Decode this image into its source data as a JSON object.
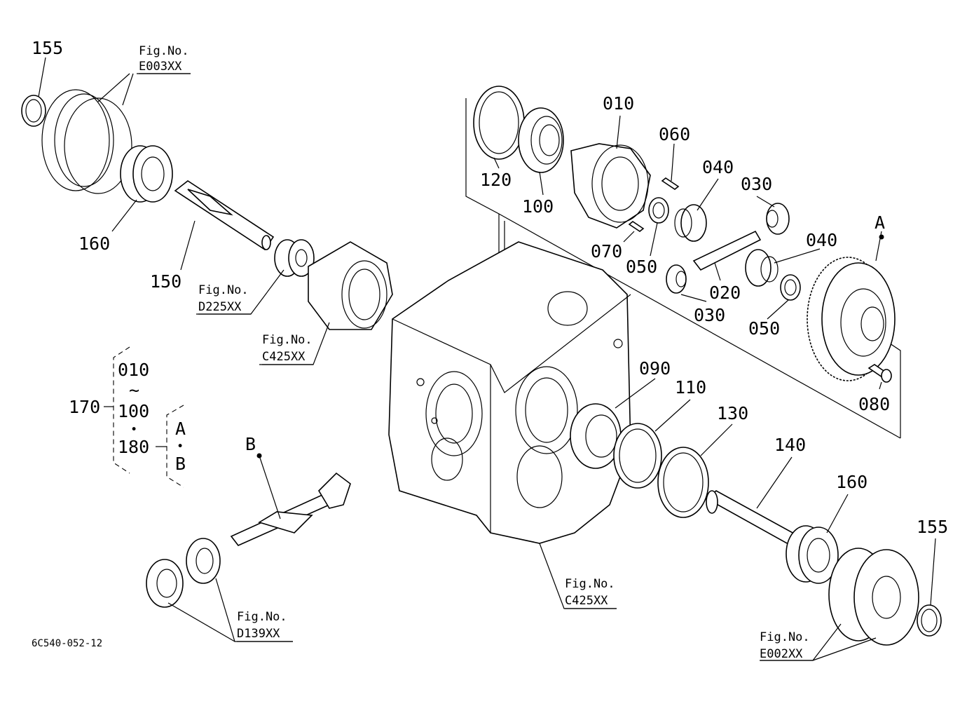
{
  "diagram": {
    "part_number": "6C540-052-12",
    "callouts": {
      "c155_left": "155",
      "c160_left": "160",
      "c150": "150",
      "c120": "120",
      "c100": "100",
      "c010": "010",
      "c060": "060",
      "c040_top": "040",
      "c030_top": "030",
      "c070": "070",
      "c050_mid": "050",
      "c020": "020",
      "c030_bot": "030",
      "c040_right": "040",
      "c050_right": "050",
      "cA": "A",
      "c080": "080",
      "c090": "090",
      "c110": "110",
      "c130": "130",
      "c140": "140",
      "c160_right": "160",
      "c155_right": "155",
      "cB": "B"
    },
    "fig_refs": {
      "e003_label": "Fig.No.",
      "e003_code": "E003XX",
      "d225_label": "Fig.No.",
      "d225_code": "D225XX",
      "c425a_label": "Fig.No.",
      "c425a_code": "C425XX",
      "c425b_label": "Fig.No.",
      "c425b_code": "C425XX",
      "d139_label": "Fig.No.",
      "d139_code": "D139XX",
      "e002_label": "Fig.No.",
      "e002_code": "E002XX"
    },
    "legend": {
      "assembly": "170",
      "first": "010",
      "tilde": "~",
      "last": "100",
      "dot1": "•",
      "extra": "180",
      "a": "A",
      "dot2": "•",
      "b": "B"
    }
  }
}
